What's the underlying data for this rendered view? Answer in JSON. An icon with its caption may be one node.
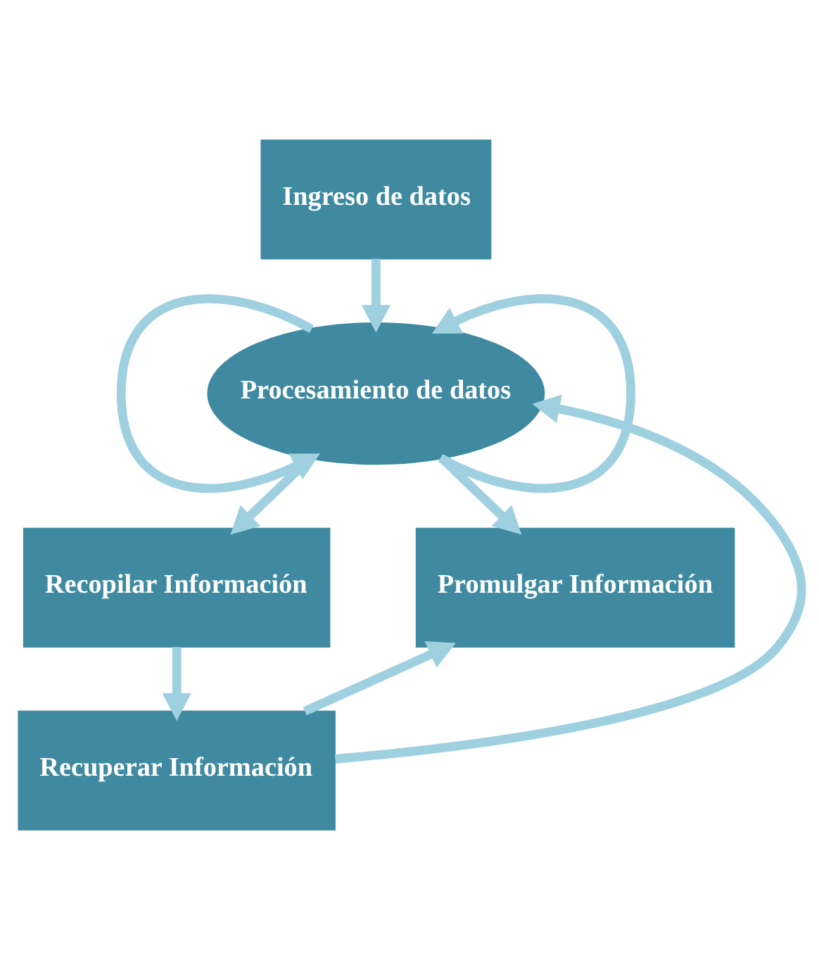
{
  "diagram": {
    "nodes": [
      {
        "text": [
          "Ingreso de datos"
        ]
      },
      {
        "text": [
          "Procesamiento de datos"
        ]
      },
      {
        "text": [
          "Recopilar Información"
        ]
      },
      {
        "text": [
          "Promulgar Información"
        ]
      },
      {
        "text": [
          "Recuperar Información"
        ]
      }
    ],
    "edges": [
      {
        "from": 0,
        "to": 1,
        "arrow": "to"
      },
      {
        "from": 1,
        "to": 1,
        "arrow": "to"
      },
      {
        "from": 1,
        "to": 1,
        "arrow": "to"
      },
      {
        "from": 1,
        "to": 2,
        "arrow": "to"
      },
      {
        "from": 1,
        "to": 3,
        "arrow": "to"
      },
      {
        "from": 2,
        "to": 4,
        "arrow": "to"
      },
      {
        "from": 4,
        "to": 3,
        "arrow": "to"
      },
      {
        "from": 4,
        "to": 1,
        "arrow": "to"
      }
    ]
  }
}
